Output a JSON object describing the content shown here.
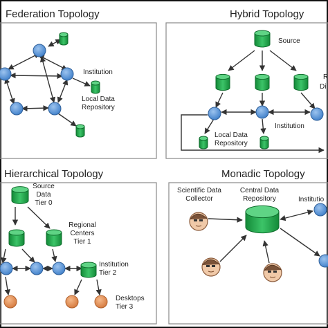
{
  "panels": {
    "federation": {
      "title": "Federation Topology",
      "labels": {
        "institution": "Institution",
        "repository": "Local Data\nRepository"
      }
    },
    "hybrid": {
      "title": "Hybrid Topology",
      "labels": {
        "source": "Source",
        "partial_right_a": "R",
        "partial_right_b": "Di",
        "institution": "Institution",
        "repository": "Local Data\nRepository"
      }
    },
    "hierarchical": {
      "title": "Hierarchical Topology",
      "labels": {
        "tier0": "Source\nData\nTier 0",
        "tier1": "Regional\nCenters\nTier 1",
        "tier2": "Institution\nTier 2",
        "tier3": "Desktops\nTier 3"
      }
    },
    "monadic": {
      "title": "Monadic Topology",
      "labels": {
        "collector": "Scientific Data\nCollector",
        "central": "Central Data\nRepository",
        "institution": "Institutio"
      }
    }
  },
  "colors": {
    "node_blue": "#4f8fd6",
    "cylinder_green": "#1fa34a",
    "desktop_orange": "#e0925a",
    "person_skin": "#f0c9a8",
    "frame": "#888888",
    "outer_border": "#111111"
  }
}
